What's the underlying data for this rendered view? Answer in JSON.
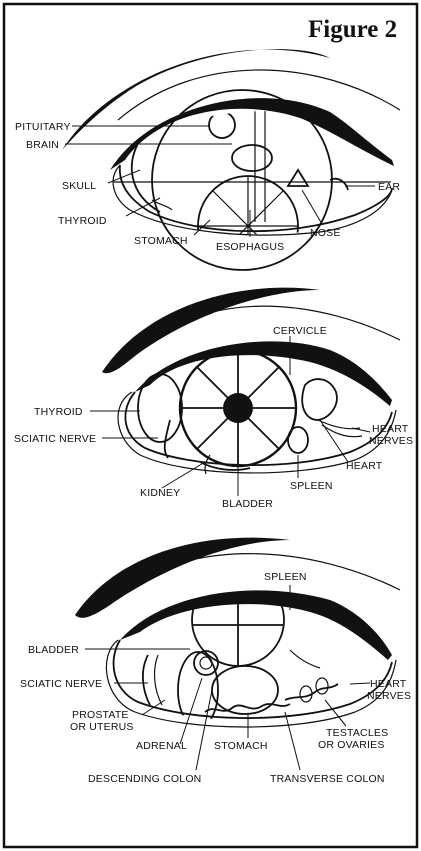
{
  "title": "Figure 2",
  "diagrams": [
    {
      "labels": {
        "pituitary": "PITUITARY",
        "brain": "BRAIN",
        "skull": "SKULL",
        "thyroid": "THYROID",
        "stomach": "STOMACH",
        "esophagus": "ESOPHAGUS",
        "nose": "NOSE",
        "ear": "EAR"
      }
    },
    {
      "labels": {
        "cervicle": "CERVICLE",
        "thyroid": "THYROID",
        "sciatic": "SCIATIC NERVE",
        "heart_nerves_1": "HEART",
        "heart_nerves_2": "NERVES",
        "heart": "HEART",
        "kidney": "KIDNEY",
        "spleen": "SPLEEN",
        "bladder": "BLADDER"
      }
    },
    {
      "labels": {
        "spleen": "SPLEEN",
        "bladder": "BLADDER",
        "sciatic": "SCIATIC NERVE",
        "heart_nerves_1": "HEART",
        "heart_nerves_2": "NERVES",
        "prostate_1": "PROSTATE",
        "prostate_2": "OR UTERUS",
        "testacles_1": "TESTACLES",
        "testacles_2": "OR OVARIES",
        "adrenal": "ADRENAL",
        "stomach": "STOMACH",
        "descending": "DESCENDING COLON",
        "transverse": "TRANSVERSE COLON"
      }
    }
  ]
}
